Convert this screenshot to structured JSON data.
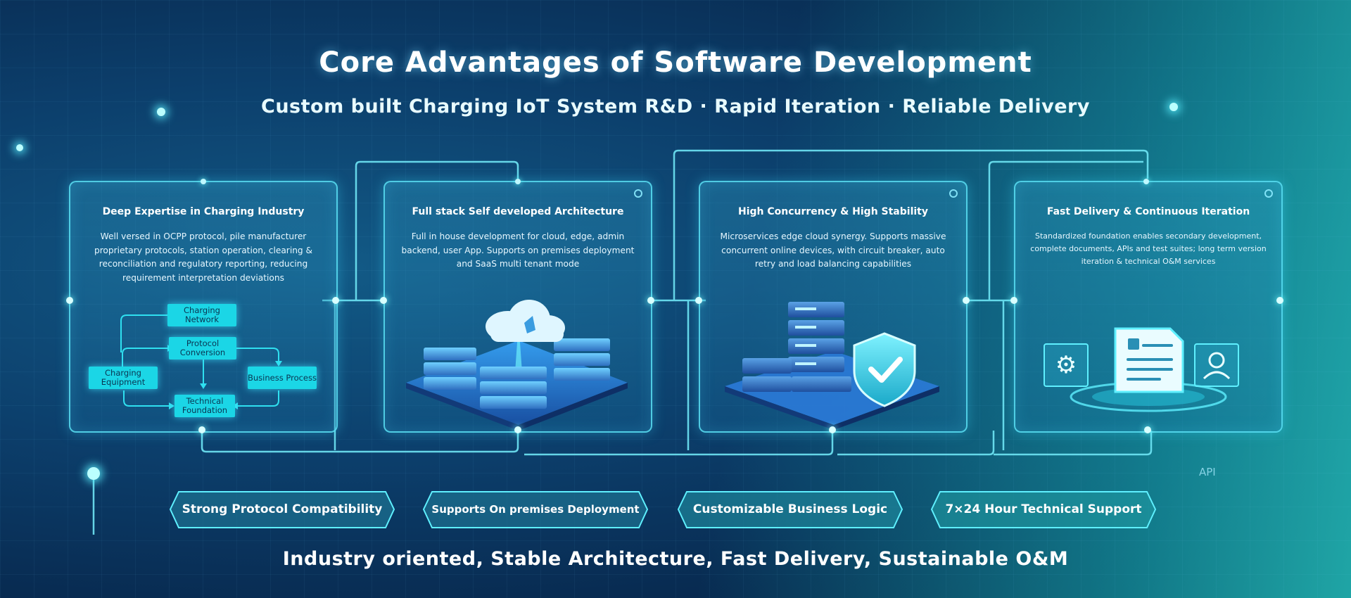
{
  "header": {
    "title": "Core Advantages of Software Development",
    "subtitle": "Custom built Charging IoT System R&D · Rapid Iteration · Reliable Delivery"
  },
  "cards": [
    {
      "title": "Deep Expertise in Charging Industry",
      "description": "Well versed in OCPP protocol, pile manufacturer proprietary protocols, station operation, clearing & reconciliation and regulatory reporting, reducing requirement interpretation deviations",
      "flow": {
        "charging_network": "Charging Network",
        "protocol_conversion": "Protocol Conversion",
        "charging_equipment": "Charging Equipment",
        "business_process": "Business Process",
        "technical_foundation": "Technical Foundation"
      }
    },
    {
      "title": "Full stack Self developed Architecture",
      "description": "Full in house development for cloud, edge, admin backend,  user App. Supports on premises deployment and SaaS multi tenant mode"
    },
    {
      "title": "High Concurrency & High Stability",
      "description": "Microservices edge cloud synergy. Supports massive concurrent online devices, with circuit breaker, auto retry and load balancing capabilities"
    },
    {
      "title": "Fast Delivery & Continuous Iteration",
      "description": "Standardized foundation enables secondary development, complete documents, APIs and test suites; long term version iteration & technical O&M services"
    }
  ],
  "features": [
    "Strong Protocol Compatibility",
    "Supports On premises Deployment",
    "Customizable Business Logic",
    "7×24 Hour Technical Support"
  ],
  "api_label": "API",
  "tagline": "Industry oriented, Stable Architecture, Fast Delivery, Sustainable O&M",
  "colors": {
    "accent": "#1bd6e6",
    "background": "#0c3f6c",
    "line": "#6fe6f5"
  }
}
